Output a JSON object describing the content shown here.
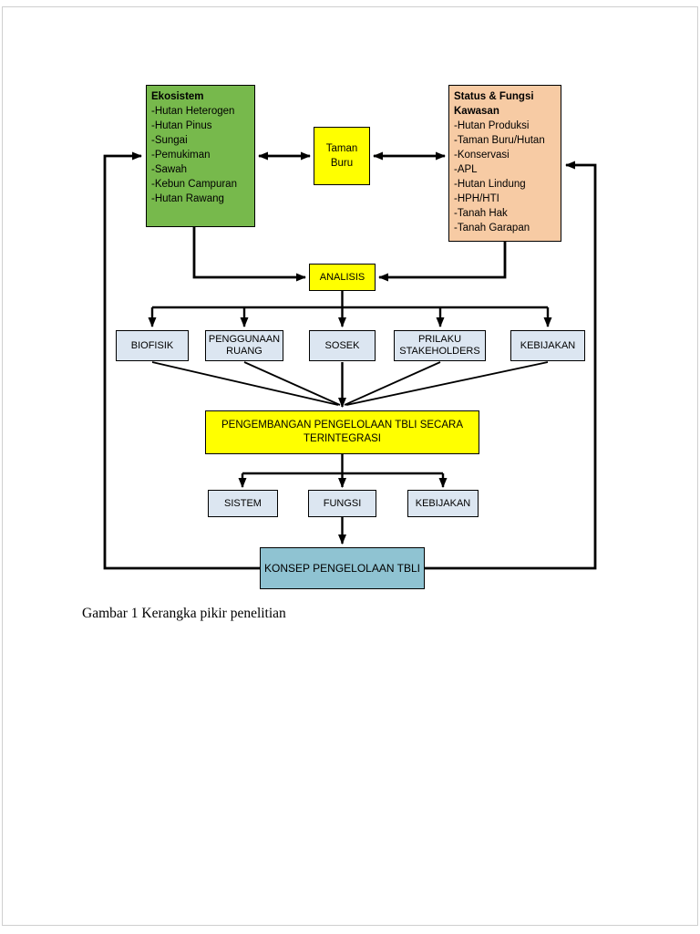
{
  "page": {
    "caption": "Gambar 1 Kerangka pikir penelitian"
  },
  "diagram": {
    "ekosistem": {
      "title": "Ekosistem",
      "items": [
        "-Hutan Heterogen",
        "-Hutan Pinus",
        "-Sungai",
        "-Pemukiman",
        "-Sawah",
        "-Kebun Campuran",
        "-Hutan Rawang"
      ]
    },
    "taman_buru": {
      "label": "Taman Buru"
    },
    "status_fungsi": {
      "title": "Status & Fungsi Kawasan",
      "items": [
        "-Hutan Produksi",
        "-Taman Buru/Hutan",
        "-Konservasi",
        "-APL",
        "-Hutan Lindung",
        "-HPH/HTI",
        "-Tanah Hak",
        "-Tanah Garapan"
      ]
    },
    "analisis": {
      "label": "ANALISIS"
    },
    "aspects": [
      {
        "label": "BIOFISIK"
      },
      {
        "label": "PENGGUNAAN RUANG"
      },
      {
        "label": "SOSEK"
      },
      {
        "label": "PRILAKU STAKEHOLDERS"
      },
      {
        "label": "KEBIJAKAN"
      }
    ],
    "pengembangan": {
      "label": "PENGEMBANGAN PENGELOLAAN TBLI SECARA TERINTEGRASI"
    },
    "outputs": [
      {
        "label": "SISTEM"
      },
      {
        "label": "FUNGSI"
      },
      {
        "label": "KEBIJAKAN"
      }
    ],
    "konsep": {
      "label": "KONSEP PENGELOLAAN TBLI"
    },
    "colors": {
      "ekosistem_fill": "#77B94C",
      "yellow_fill": "#FFFF00",
      "status_fill": "#F7CBA4",
      "aspect_fill": "#DCE6F1",
      "konsep_fill": "#8FC3D2",
      "line": "#000000"
    }
  }
}
